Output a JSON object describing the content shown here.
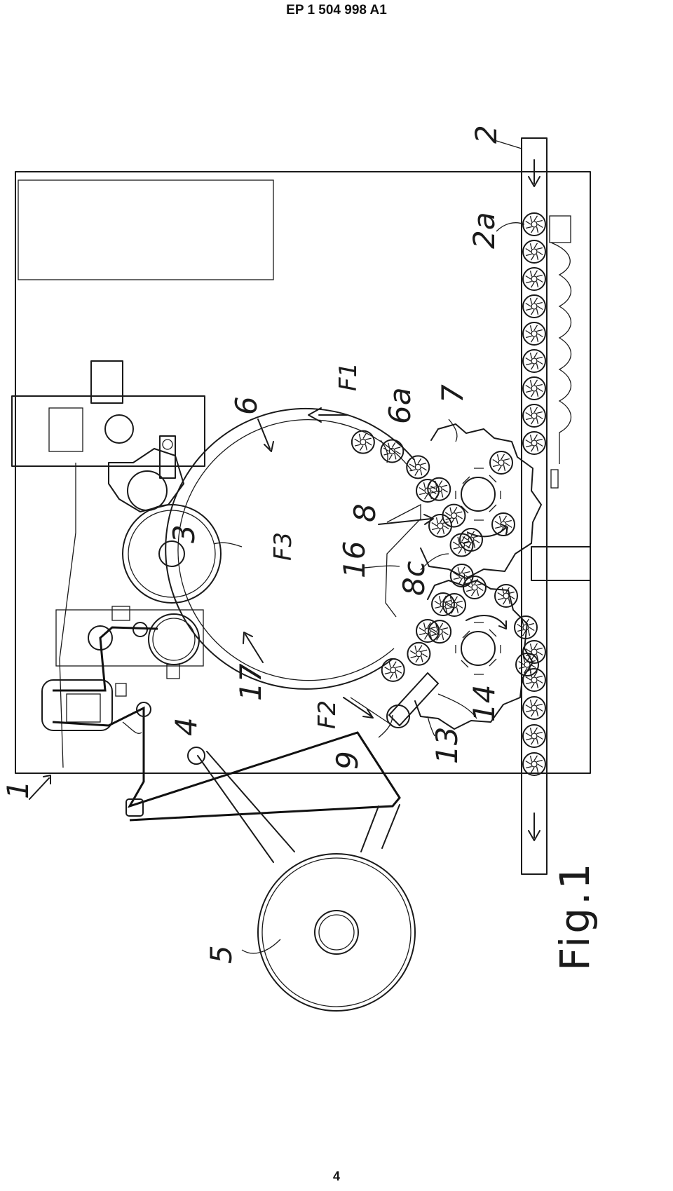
{
  "header": {
    "publication_number": "EP 1 504 998 A1"
  },
  "figure": {
    "caption": "Fig.1",
    "labels": {
      "l1": "1",
      "l2": "2",
      "l2a": "2a",
      "l3": "3",
      "l4": "4",
      "l5": "5",
      "l6": "6",
      "l6a": "6a",
      "l7": "7",
      "l8": "8",
      "l8c": "8c",
      "l9": "9",
      "l13": "13",
      "l14": "14",
      "l16": "16",
      "l17": "17",
      "lF1": "F1",
      "lF2": "F2",
      "lF3": "F3"
    }
  },
  "footer": {
    "page_number": "4"
  }
}
